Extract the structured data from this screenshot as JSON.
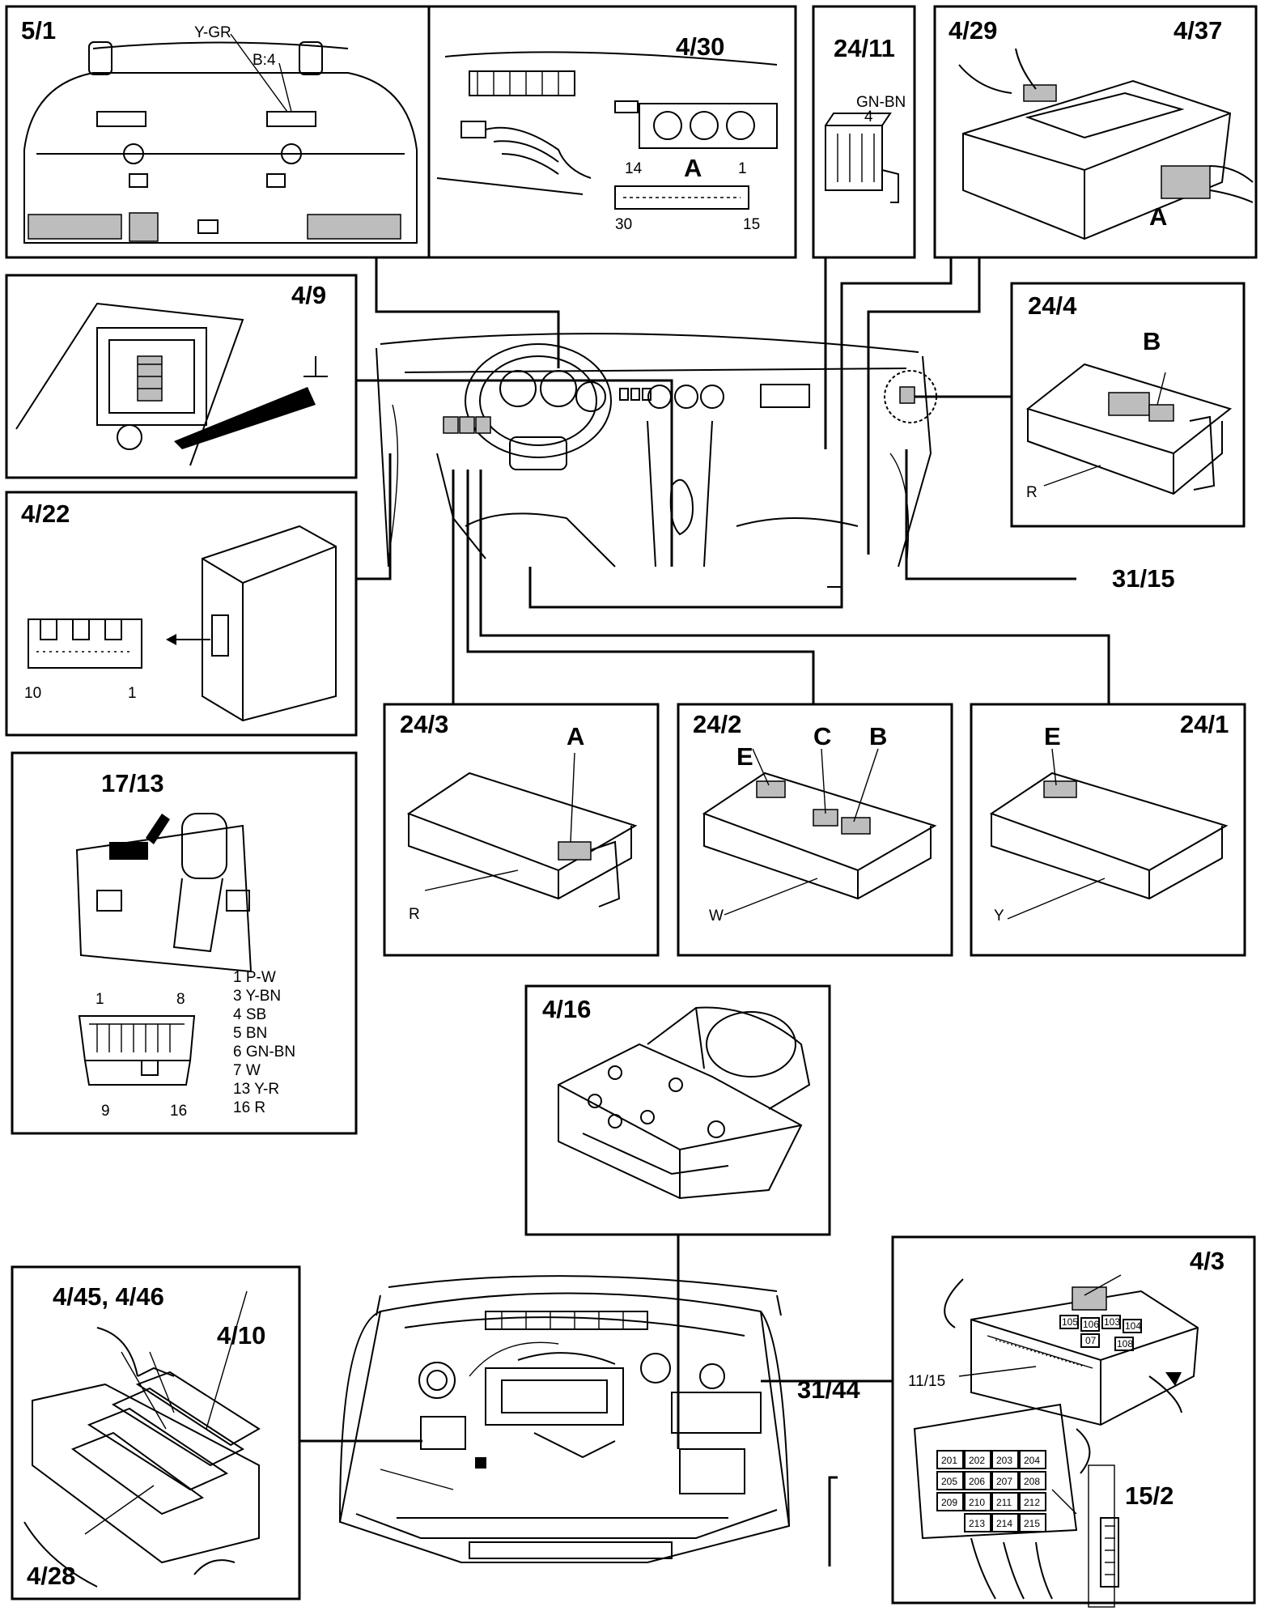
{
  "labels": {
    "p5_1": "5/1",
    "y_gr": "Y-GR",
    "b4": "B:4",
    "p4_30": "4/30",
    "p4_30_A": "A",
    "pin14": "14",
    "pin1": "1",
    "pin30": "30",
    "pin15": "15",
    "p24_11": "24/11",
    "gn_bn": "GN-BN",
    "pin4": "4",
    "p4_29": "4/29",
    "p4_37": "4/37",
    "p4_29_A": "A",
    "p4_9": "4/9",
    "p24_4": "24/4",
    "p24_4_B": "B",
    "p24_4_R": "R",
    "p31_15": "31/15",
    "p4_22": "4/22",
    "p4_22_10": "10",
    "p4_22_1": "1",
    "p24_3": "24/3",
    "p24_3_A": "A",
    "p24_3_R": "R",
    "p24_2": "24/2",
    "p24_2_E": "E",
    "p24_2_C": "C",
    "p24_2_B": "B",
    "p24_2_W": "W",
    "p24_1": "24/1",
    "p24_1_E": "E",
    "p24_1_Y": "Y",
    "p17_13": "17/13",
    "obd_1": "1",
    "obd_8": "8",
    "obd_9": "9",
    "obd_16": "16",
    "p4_16": "4/16",
    "p4_45": "4/45, 4/46",
    "p4_10": "4/10",
    "p4_28": "4/28",
    "p31_44": "31/44",
    "p4_3": "4/3",
    "p11_15": "11/15",
    "p15_2": "15/2"
  },
  "obd_pins": [
    "1 P-W",
    "3 Y-BN",
    "4 SB",
    "5 BN",
    "6 GN-BN",
    "7 W",
    "13 Y-R",
    "16 R"
  ],
  "fuse_upper": [
    "105",
    "106",
    "103",
    "104",
    "07",
    "108"
  ],
  "fuse_lower": [
    "201",
    "202",
    "203",
    "204",
    "205",
    "206",
    "207",
    "208",
    "209",
    "210",
    "211",
    "212",
    "213",
    "214",
    "215"
  ]
}
